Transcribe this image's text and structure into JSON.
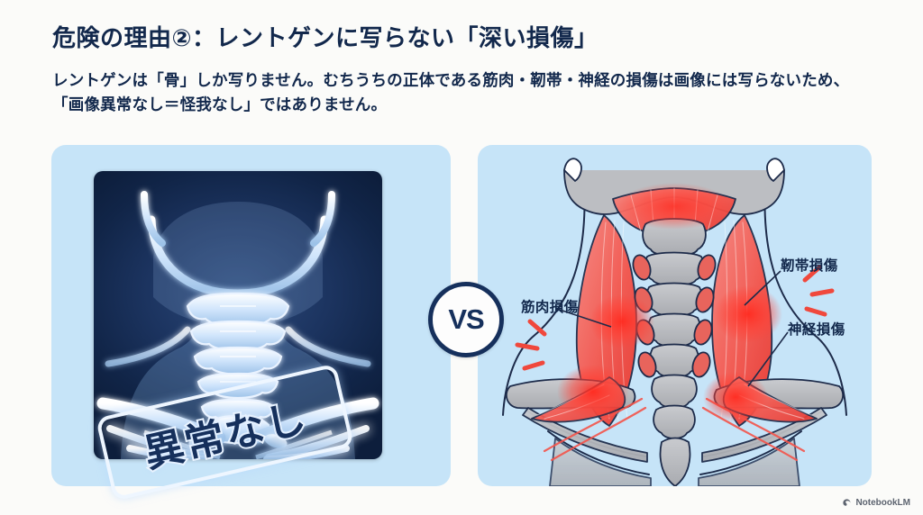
{
  "slide": {
    "title": "危険の理由②：レントゲンに写らない「深い損傷」",
    "body": "レントゲンは「骨」しか写りません。むちうちの正体である筋肉・靭帯・神経の損傷は画像には写らないため、「画像異常なし＝怪我なし」ではありません。"
  },
  "left_panel": {
    "name": "x-ray-card",
    "stamp_text": "異常なし",
    "alt": "頸椎レントゲン画像"
  },
  "divider": {
    "vs_label": "VS"
  },
  "right_panel": {
    "name": "anatomy-card",
    "alt": "頸部の筋肉・靭帯・神経の損傷図",
    "labels": [
      {
        "id": "muscle",
        "text": "筋肉損傷"
      },
      {
        "id": "ligament",
        "text": "靭帯損傷"
      },
      {
        "id": "nerve",
        "text": "神経損傷"
      }
    ]
  },
  "watermark": {
    "text": "NotebookLM"
  },
  "colors": {
    "page_bg": "#fbfbf9",
    "ink": "#12284c",
    "card_bg": "#c6e4f8",
    "xray_bg": "#112548",
    "xray_bone": "#dcebfb",
    "injury_red": "#f4433c",
    "bone_gray": "#b7b9bd"
  }
}
